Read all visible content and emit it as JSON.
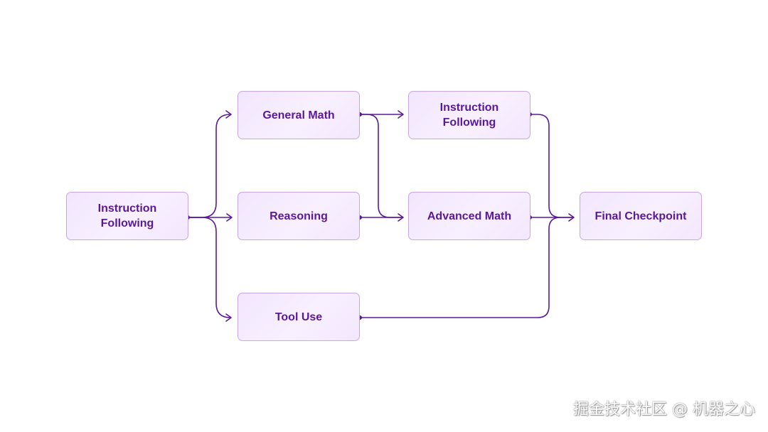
{
  "nodes": {
    "start": {
      "label_line1": "Instruction",
      "label_line2": "Following"
    },
    "general_math": {
      "label": "General Math"
    },
    "reasoning": {
      "label": "Reasoning"
    },
    "tool_use": {
      "label": "Tool Use"
    },
    "instruction_following_2": {
      "label_line1": "Instruction",
      "label_line2": "Following"
    },
    "advanced_math": {
      "label": "Advanced Math"
    },
    "final": {
      "label": "Final Checkpoint"
    }
  },
  "colors": {
    "line": "#5a189a",
    "node_border": "#c9a6ea",
    "node_fill": "#f5ebfe",
    "text": "#5a189a"
  },
  "watermark": "掘金技术社区 @ 机器之心"
}
